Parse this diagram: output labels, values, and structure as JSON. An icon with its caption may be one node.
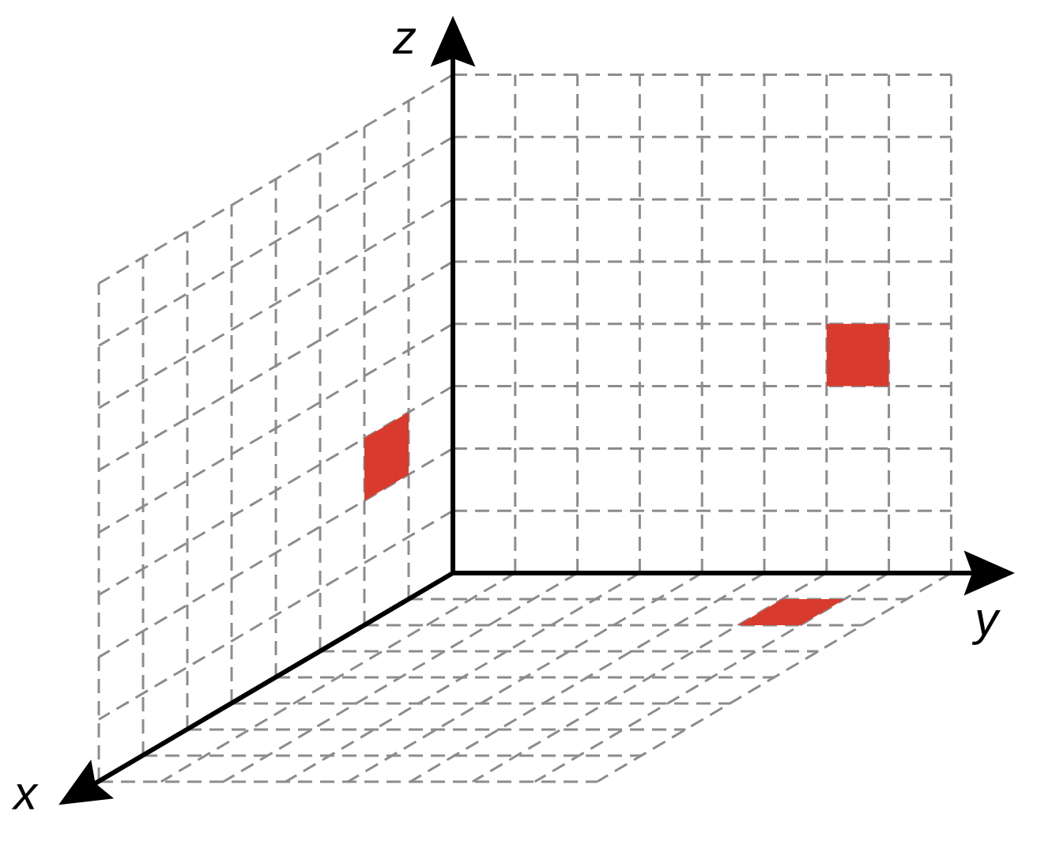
{
  "diagram": {
    "labels": [
      "z",
      "y",
      "x"
    ]
  }
}
